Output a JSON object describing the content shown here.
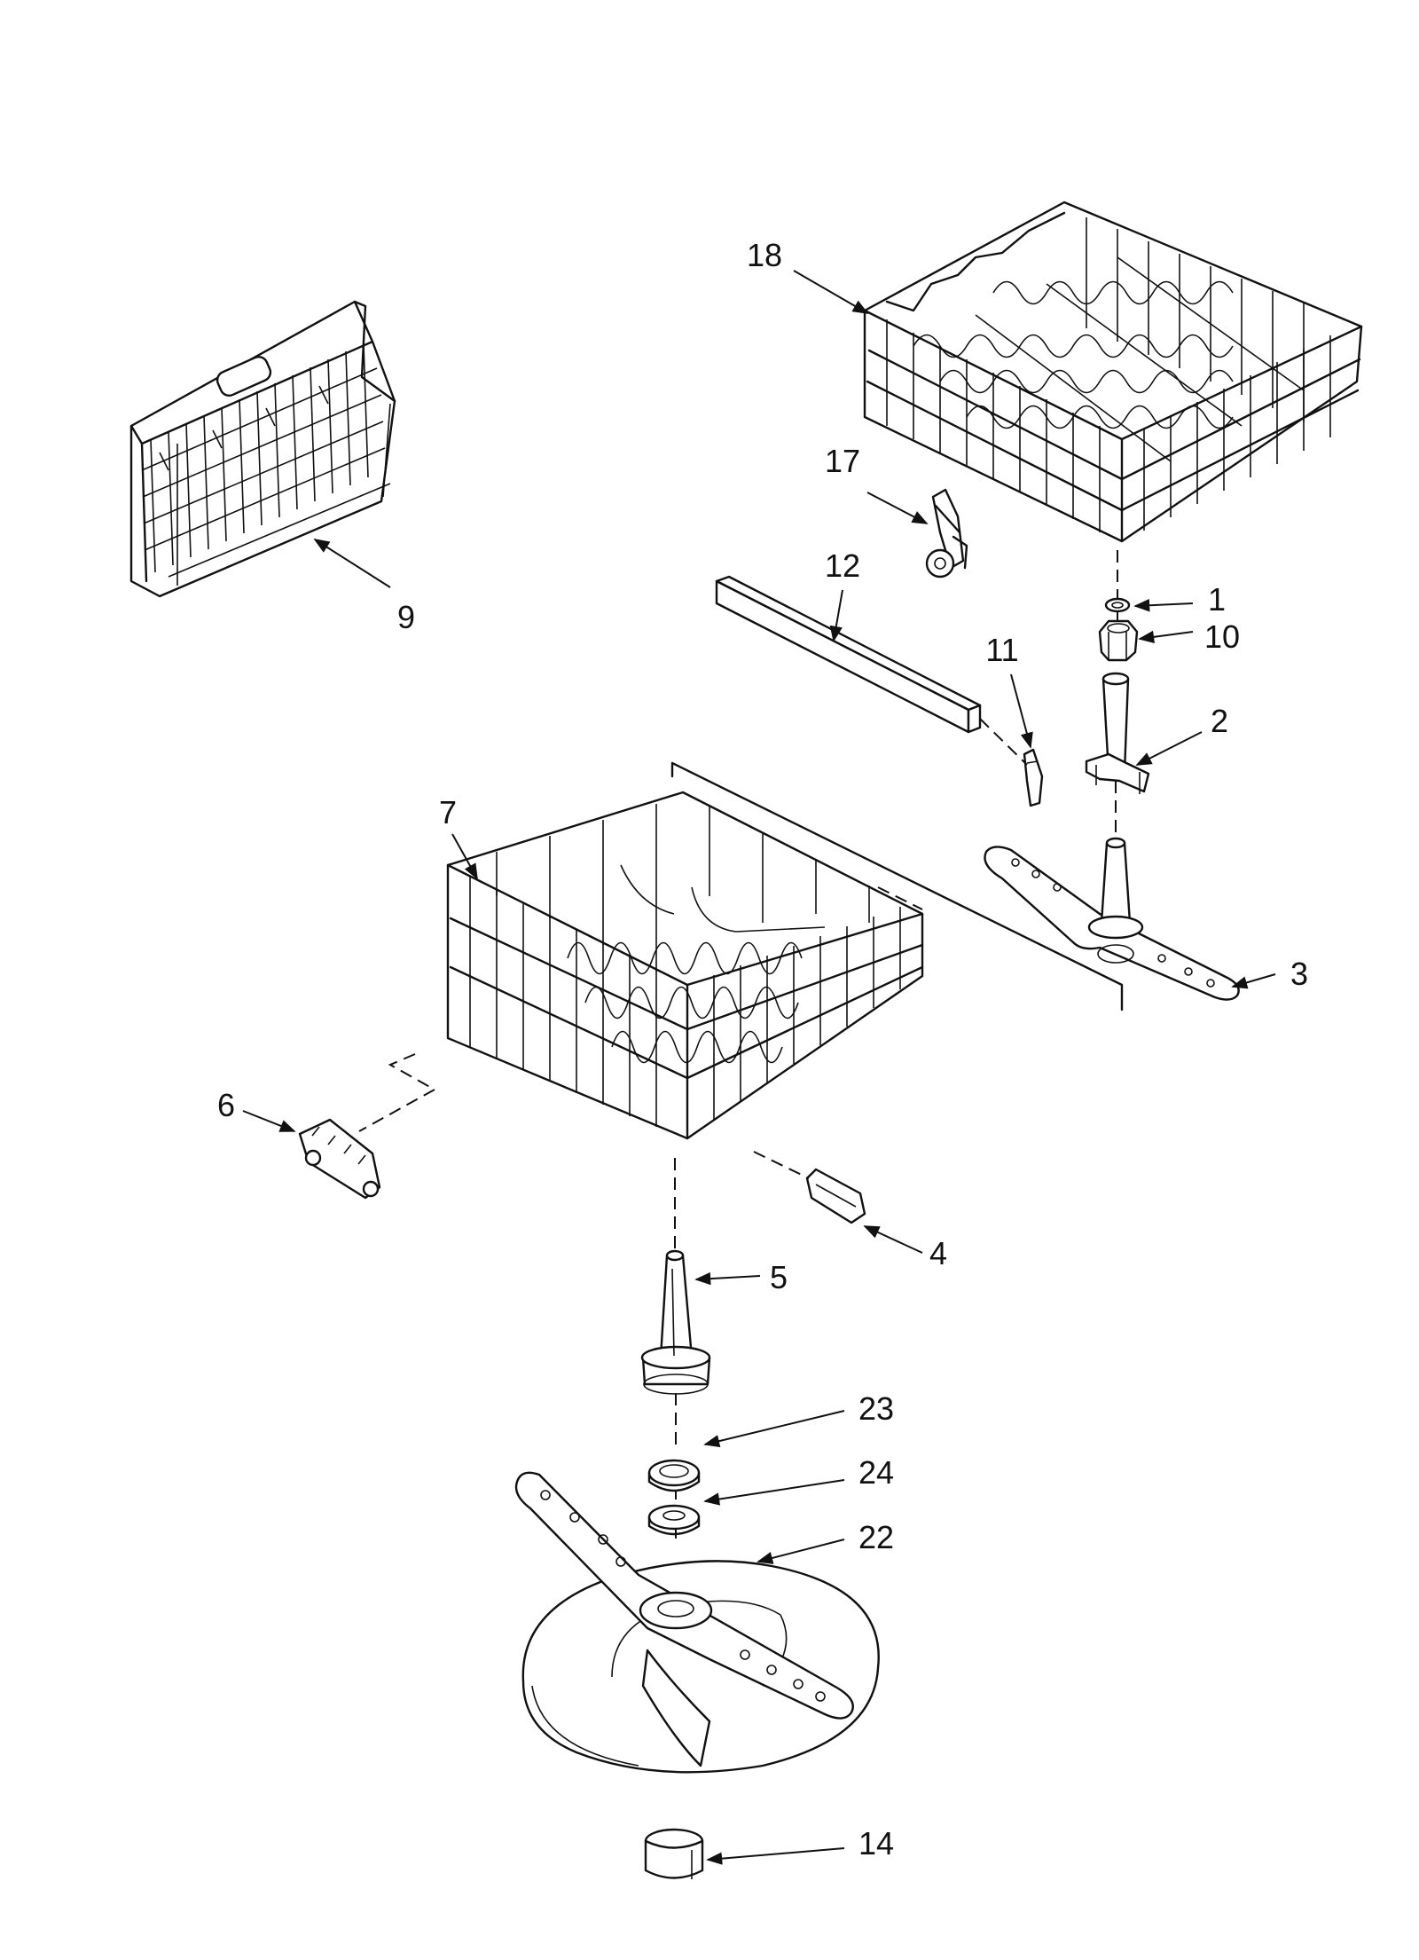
{
  "callouts": [
    {
      "id": "c18",
      "text": "18"
    },
    {
      "id": "c17",
      "text": "17"
    },
    {
      "id": "c12",
      "text": "12"
    },
    {
      "id": "c11",
      "text": "11"
    },
    {
      "id": "c9",
      "text": "9"
    },
    {
      "id": "c1",
      "text": "1"
    },
    {
      "id": "c10",
      "text": "10"
    },
    {
      "id": "c2",
      "text": "2"
    },
    {
      "id": "c7",
      "text": "7"
    },
    {
      "id": "c3",
      "text": "3"
    },
    {
      "id": "c6",
      "text": "6"
    },
    {
      "id": "c4",
      "text": "4"
    },
    {
      "id": "c5",
      "text": "5"
    },
    {
      "id": "c23",
      "text": "23"
    },
    {
      "id": "c24",
      "text": "24"
    },
    {
      "id": "c22",
      "text": "22"
    },
    {
      "id": "c14",
      "text": "14"
    }
  ]
}
